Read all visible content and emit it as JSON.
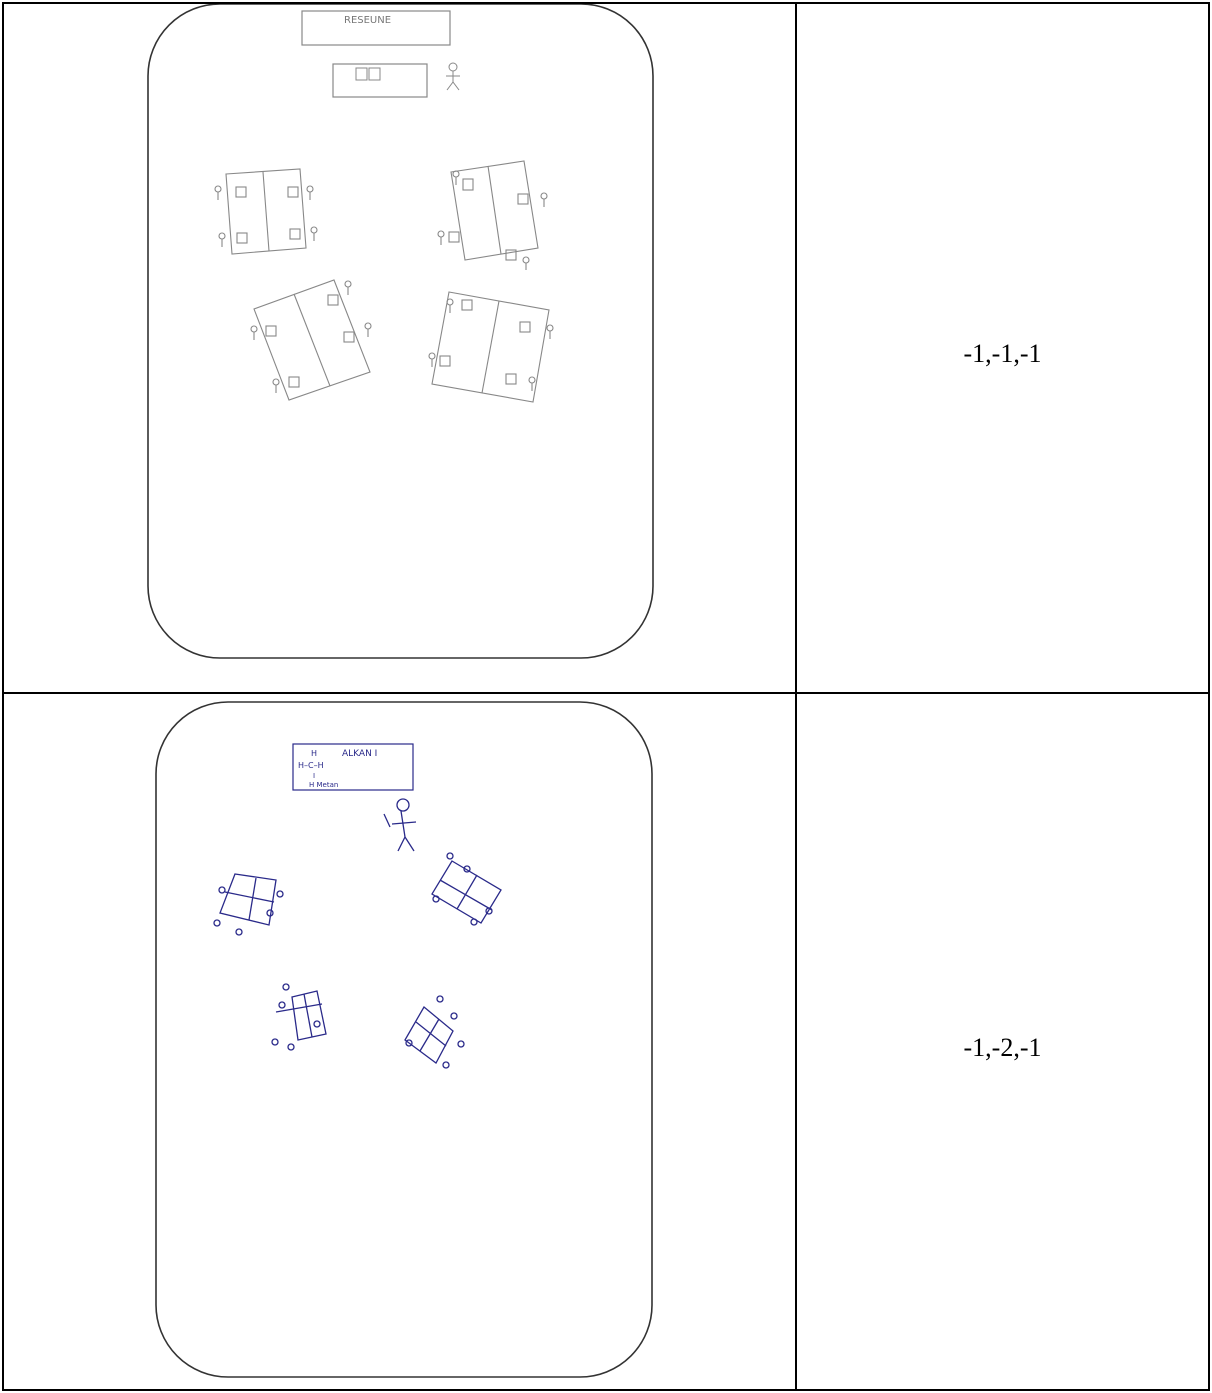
{
  "table": {
    "rows": [
      {
        "sketch": {
          "board_label": "RESEUNE",
          "teacher_desk_icon": "desk-icon",
          "teacher_icon": "stick-figure-icon",
          "group_table_icon": "lab-table-icon",
          "ink": "#888888"
        },
        "value": "-1,-1,-1"
      },
      {
        "sketch": {
          "board_label": "ALKAN I",
          "board_formula_lines": [
            "H",
            "H–C–H",
            "I",
            "H Metan"
          ],
          "teacher_icon": "stick-figure-icon",
          "group_table_icon": "lab-table-icon",
          "ink": "#2a2a8a"
        },
        "value": "-1,-2,-1"
      }
    ]
  }
}
